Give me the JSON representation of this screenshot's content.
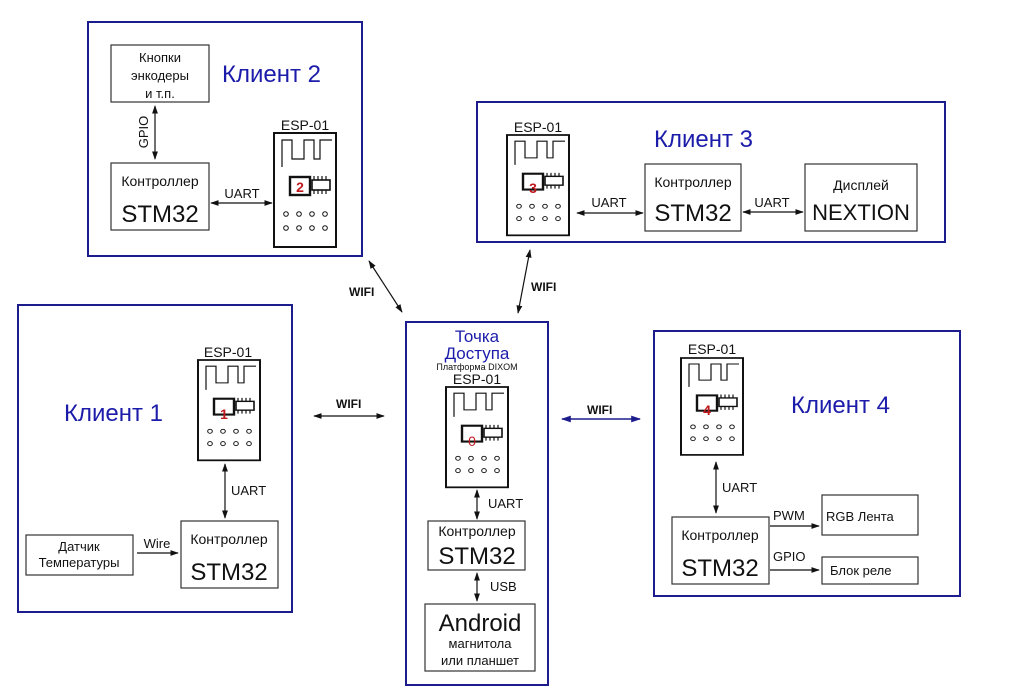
{
  "diagram": {
    "access_point": {
      "title_line1": "Точка",
      "title_line2": "Доступа",
      "subtitle": "Платформа DIXOM",
      "module": "ESP-01",
      "module_id": "0",
      "link_uart": "UART",
      "controller_label": "Контроллер",
      "controller_chip": "STM32",
      "link_usb": "USB",
      "device_title": "Android",
      "device_line2": "магнитола",
      "device_line3": "или планшет"
    },
    "client1": {
      "title": "Клиент 1",
      "module": "ESP-01",
      "module_id": "1",
      "link_uart": "UART",
      "controller_label": "Контроллер",
      "controller_chip": "STM32",
      "link_wire": "Wire",
      "sensor_line1": "Датчик",
      "sensor_line2": "Температуры",
      "wifi": "WIFI"
    },
    "client2": {
      "title": "Клиент 2",
      "module": "ESP-01",
      "module_id": "2",
      "link_uart": "UART",
      "link_gpio": "GPIO",
      "controller_label": "Контроллер",
      "controller_chip": "STM32",
      "input_line1": "Кнопки",
      "input_line2": "энкодеры",
      "input_line3": "и т.п.",
      "wifi": "WIFI"
    },
    "client3": {
      "title": "Клиент 3",
      "module": "ESP-01",
      "module_id": "3",
      "link_uart1": "UART",
      "link_uart2": "UART",
      "controller_label": "Контроллер",
      "controller_chip": "STM32",
      "display_label": "Дисплей",
      "display_name": "NEXTION",
      "wifi": "WIFI"
    },
    "client4": {
      "title": "Клиент 4",
      "module": "ESP-01",
      "module_id": "4",
      "link_uart": "UART",
      "link_pwm": "PWM",
      "link_gpio": "GPIO",
      "controller_label": "Контроллер",
      "controller_chip": "STM32",
      "rgb_label": "RGB Лента",
      "relay_label": "Блок реле",
      "wifi": "WIFI"
    },
    "colors": {
      "frame": "#1c1c8c",
      "title": "#1c1caa",
      "module_id": "#c0181c"
    }
  }
}
